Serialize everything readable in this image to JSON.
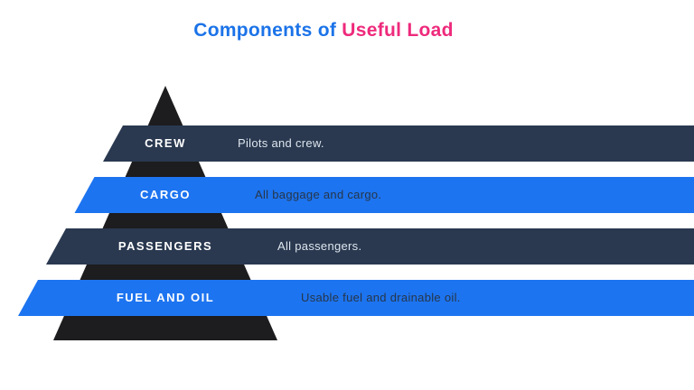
{
  "title": {
    "prefix": "Components of",
    "highlight": "Useful Load"
  },
  "colors": {
    "background": "#ffffff",
    "title_prefix": "#1b73e8",
    "title_highlight": "#ee2a7c",
    "bar_navy": "#2a3950",
    "bar_blue": "#1d74f0",
    "pyramid_silhouette": "#1d1c1e",
    "label_text": "#ffffff",
    "description_on_navy": "#dde5ee",
    "description_on_blue": "#263648"
  },
  "layers": [
    {
      "label": "CREW",
      "description": "Pilots and crew.",
      "color_key": "bar_navy"
    },
    {
      "label": "CARGO",
      "description": "All baggage and cargo.",
      "color_key": "bar_blue"
    },
    {
      "label": "PASSENGERS",
      "description": "All passengers.",
      "color_key": "bar_navy"
    },
    {
      "label": "FUEL AND OIL",
      "description": "Usable fuel and drainable oil.",
      "color_key": "bar_blue"
    }
  ]
}
